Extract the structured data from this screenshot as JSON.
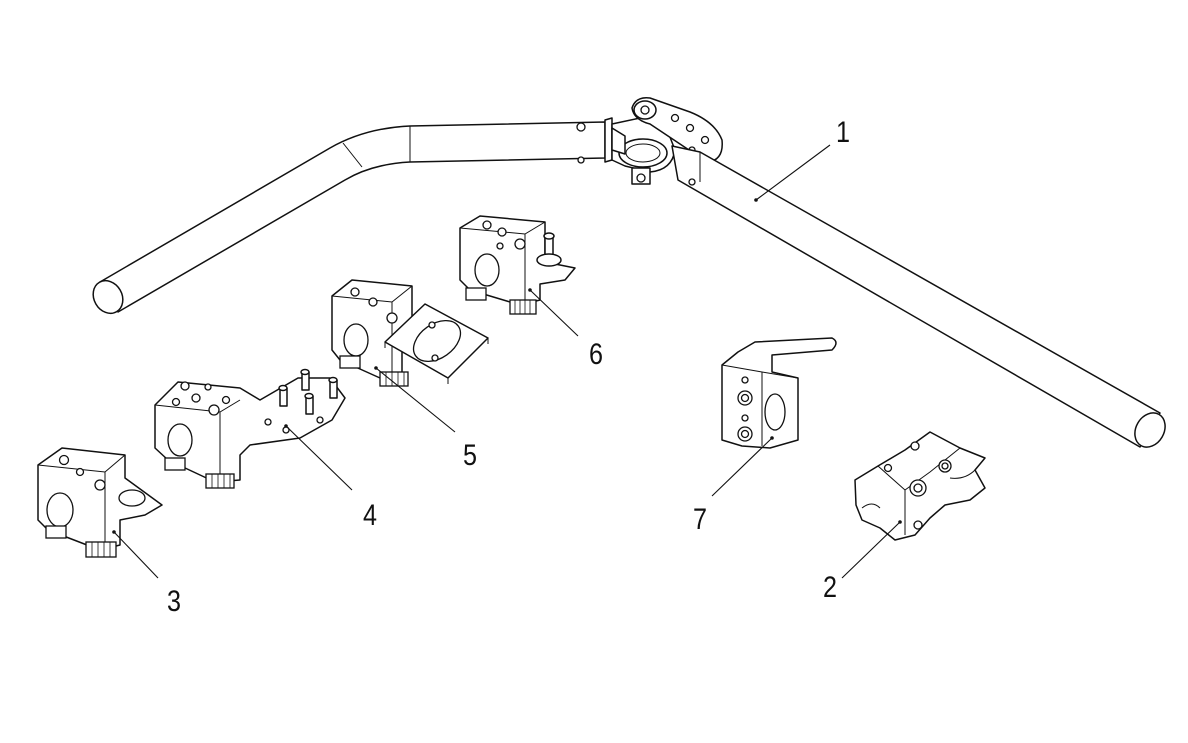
{
  "diagram": {
    "type": "exploded-parts-view",
    "callouts": [
      {
        "id": "1",
        "label": "1"
      },
      {
        "id": "2",
        "label": "2"
      },
      {
        "id": "3",
        "label": "3"
      },
      {
        "id": "4",
        "label": "4"
      },
      {
        "id": "5",
        "label": "5"
      },
      {
        "id": "6",
        "label": "6"
      },
      {
        "id": "7",
        "label": "7"
      }
    ]
  }
}
